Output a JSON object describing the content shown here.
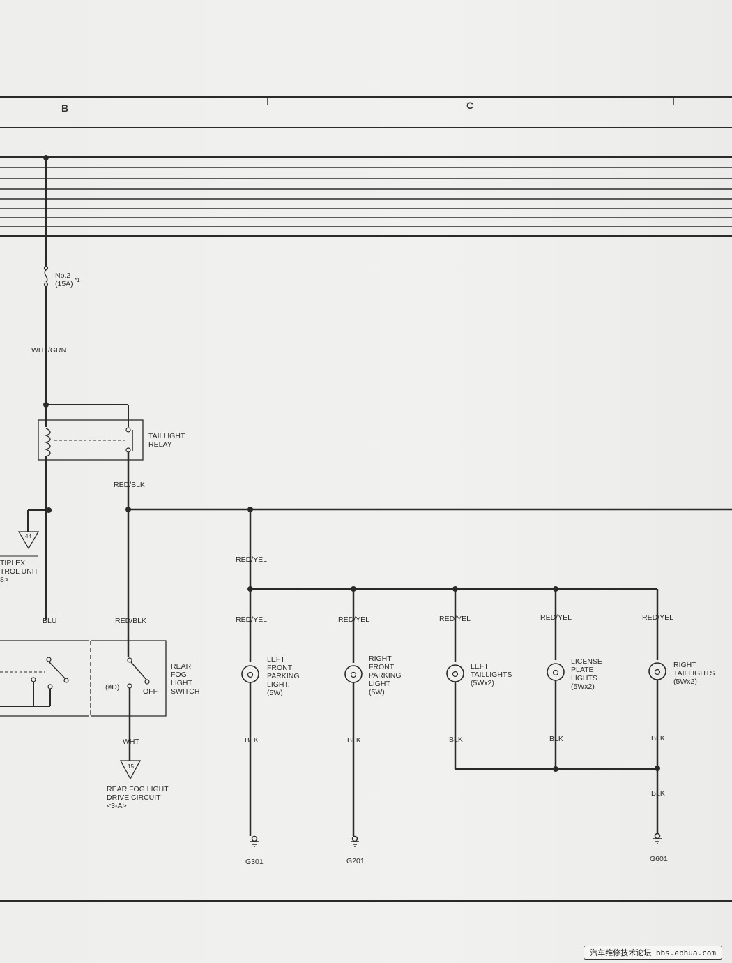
{
  "zones": {
    "b": "B",
    "c": "C"
  },
  "fuse": {
    "name": "No.2",
    "rating": "(15A)",
    "note": "*1"
  },
  "relay": {
    "line1": "TAILLIGHT",
    "line2": "RELAY"
  },
  "multiplex": {
    "connector": "44",
    "line1": "TIPLEX",
    "line2": "TROL UNIT",
    "line3": "8>"
  },
  "switch": {
    "line1": "REAR",
    "line2": "FOG",
    "line3": "LIGHT",
    "line4": "SWITCH",
    "off": "OFF",
    "on_symbol": "(≠D)"
  },
  "fog_drive": {
    "connector": "15",
    "line1": "REAR FOG LIGHT",
    "line2": "DRIVE CIRCUIT",
    "line3": "<3-A>"
  },
  "wires": {
    "wht_grn": "WHT/GRN",
    "red_blk": "RED/BLK",
    "red_yel": "RED/YEL",
    "blu": "BLU",
    "wht": "WHT",
    "blk": "BLK"
  },
  "lamps": [
    {
      "lines": [
        "LEFT",
        "FRONT",
        "PARKING",
        "LIGHT.",
        "(5W)"
      ],
      "ground": "G301"
    },
    {
      "lines": [
        "RIGHT",
        "FRONT",
        "PARKING",
        "LIGHT",
        "(5W)"
      ],
      "ground": "G201"
    },
    {
      "lines": [
        "LEFT",
        "TAILLIGHTS",
        "(5Wx2)"
      ]
    },
    {
      "lines": [
        "LICENSE",
        "PLATE",
        "LIGHTS",
        "(5Wx2)"
      ]
    },
    {
      "lines": [
        "RIGHT",
        "TAILLIGHTS",
        "(5Wx2)"
      ],
      "ground": "G601"
    }
  ],
  "watermark": "汽车维修技术论坛 bbs.ephua.com"
}
